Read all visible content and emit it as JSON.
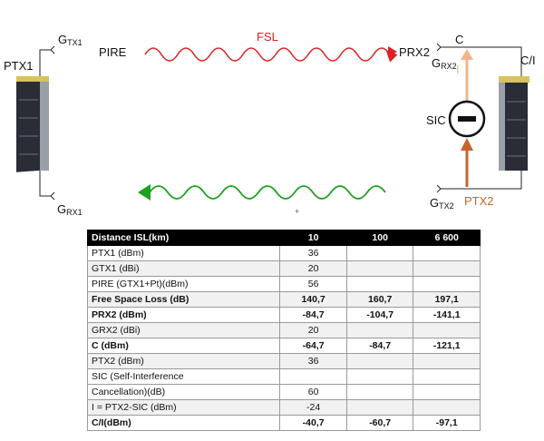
{
  "diagram": {
    "ptx1": "PTX1",
    "gtx1_main": "G",
    "gtx1_sub": "TX1",
    "pire": "PIRE",
    "fsl": "FSL",
    "prx2": "PRX2",
    "grx2_main": "G",
    "grx2_sub": "RX2",
    "c": "C",
    "c_over_i": "C/I",
    "i": "I",
    "sic": "SIC",
    "grx1_main": "G",
    "grx1_sub": "RX1",
    "gtx2_main": "G",
    "gtx2_sub": "TX2",
    "ptx2": "PTX2",
    "plus": "+",
    "colors": {
      "fsl": "#e02020",
      "return": "#1fa01f",
      "i_arrow": "#f2b58a",
      "ptx2_arrow": "#c8642b"
    }
  },
  "table": {
    "header": [
      "Distance ISL(km)",
      "10",
      "100",
      "6 600"
    ],
    "rows": [
      [
        "PTX1 (dBm)",
        "36",
        "",
        ""
      ],
      [
        "GTX1 (dBi)",
        "20",
        "",
        ""
      ],
      [
        "PIRE (GTX1+Pt)(dBm)",
        "56",
        "",
        ""
      ],
      [
        "Free Space Loss (dB)",
        "140,7",
        "160,7",
        "197,1"
      ],
      [
        "PRX2 (dBm)",
        "-84,7",
        "-104,7",
        "-141,1"
      ],
      [
        "GRX2 (dBi)",
        "20",
        "",
        ""
      ],
      [
        "C (dBm)",
        "-64,7",
        "-84,7",
        "-121,1"
      ],
      [
        "PTX2 (dBm)",
        "36",
        "",
        ""
      ],
      [
        "SIC (Self-Interference",
        "",
        "",
        ""
      ],
      [
        "Cancellation)(dB)",
        "60",
        "",
        ""
      ],
      [
        "I = PTX2-SIC (dBm)",
        "-24",
        "",
        ""
      ],
      [
        "C/I(dBm)",
        "-40,7",
        "-60,7",
        "-97,1"
      ]
    ]
  }
}
